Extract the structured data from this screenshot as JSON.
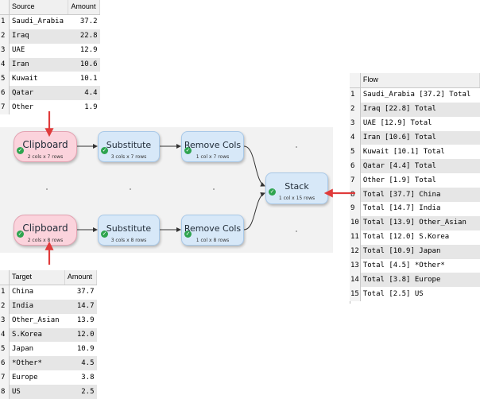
{
  "source_table": {
    "headers": [
      "Source",
      "Amount"
    ],
    "rows": [
      [
        "1",
        "Saudi_Arabia",
        "37.2"
      ],
      [
        "2",
        "Iraq",
        "22.8"
      ],
      [
        "3",
        "UAE",
        "12.9"
      ],
      [
        "4",
        "Iran",
        "10.6"
      ],
      [
        "5",
        "Kuwait",
        "10.1"
      ],
      [
        "6",
        "Qatar",
        "4.4"
      ],
      [
        "7",
        "Other",
        "1.9"
      ]
    ]
  },
  "target_table": {
    "headers": [
      "Target",
      "Amount"
    ],
    "rows": [
      [
        "1",
        "China",
        "37.7"
      ],
      [
        "2",
        "India",
        "14.7"
      ],
      [
        "3",
        "Other_Asian",
        "13.9"
      ],
      [
        "4",
        "S.Korea",
        "12.0"
      ],
      [
        "5",
        "Japan",
        "10.9"
      ],
      [
        "6",
        "*Other*",
        "4.5"
      ],
      [
        "7",
        "Europe",
        "3.8"
      ],
      [
        "8",
        "US",
        "2.5"
      ]
    ]
  },
  "flow_table": {
    "headers": [
      "Flow"
    ],
    "rows": [
      [
        "1",
        "Saudi_Arabia [37.2] Total"
      ],
      [
        "2",
        "Iraq [22.8] Total"
      ],
      [
        "3",
        "UAE [12.9] Total"
      ],
      [
        "4",
        "Iran [10.6] Total"
      ],
      [
        "5",
        "Kuwait [10.1] Total"
      ],
      [
        "6",
        "Qatar [4.4] Total"
      ],
      [
        "7",
        "Other [1.9] Total"
      ],
      [
        "8",
        "Total [37.7] China"
      ],
      [
        "9",
        "Total [14.7] India"
      ],
      [
        "10",
        "Total [13.9] Other_Asian"
      ],
      [
        "11",
        "Total [12.0] S.Korea"
      ],
      [
        "12",
        "Total [10.9] Japan"
      ],
      [
        "13",
        "Total [4.5] *Other*"
      ],
      [
        "14",
        "Total [3.8] Europe"
      ],
      [
        "15",
        "Total [2.5] US"
      ]
    ]
  },
  "nodes": {
    "clipboard_top": {
      "title": "Clipboard",
      "subtitle": "2 cols x 7 rows"
    },
    "substitute_top": {
      "title": "Substitute",
      "subtitle": "3 cols x 7 rows"
    },
    "removecols_top": {
      "title": "Remove Cols",
      "subtitle": "1 col x 7 rows"
    },
    "clipboard_bottom": {
      "title": "Clipboard",
      "subtitle": "2 cols x 8 rows"
    },
    "substitute_bottom": {
      "title": "Substitute",
      "subtitle": "3 cols x 8 rows"
    },
    "removecols_bottom": {
      "title": "Remove Cols",
      "subtitle": "1 col x 8 rows"
    },
    "stack": {
      "title": "Stack",
      "subtitle": "1 col x 15 rows"
    }
  },
  "colors": {
    "clipboard_fill": "#fbd3dc",
    "node_fill": "#d7e8f8",
    "ok_check": "#2ea44f",
    "callout_arrow": "#e03b3b",
    "wire": "#333333"
  },
  "icons": {
    "status": "check-circle-icon"
  }
}
